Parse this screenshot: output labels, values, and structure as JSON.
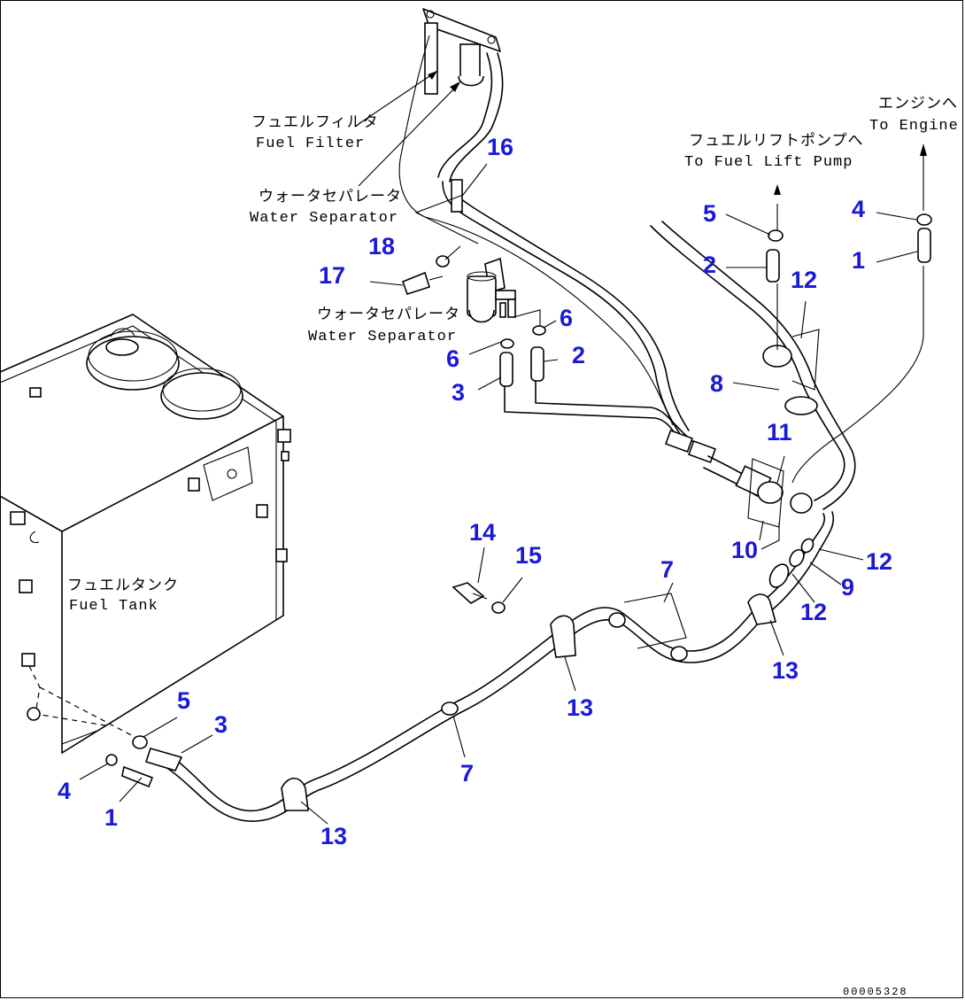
{
  "labels": {
    "fuel_filter_jp": "フュエルフィルタ",
    "fuel_filter_en": "Fuel Filter",
    "water_sep_top_jp": "ウォータセパレータ",
    "water_sep_top_en": "Water Separator",
    "water_sep_mid_jp": "ウォータセパレータ",
    "water_sep_mid_en": "Water Separator",
    "lift_pump_jp": "フュエルリフトポンプへ",
    "lift_pump_en": "To Fuel Lift Pump",
    "engine_jp": "エンジンへ",
    "engine_en": "To Engine",
    "fuel_tank_jp": "フュエルタンク",
    "fuel_tank_en": "Fuel Tank"
  },
  "callouts": {
    "c16": "16",
    "c18": "18",
    "c17": "17",
    "c5_top": "5",
    "c2_top": "2",
    "c12_top": "12",
    "c4_top": "4",
    "c1_top": "1",
    "c6_a": "6",
    "c6_b": "6",
    "c2_mid": "2",
    "c3_mid": "3",
    "c8": "8",
    "c11": "11",
    "c10": "10",
    "c14": "14",
    "c15": "15",
    "c7_a": "7",
    "c12_r": "12",
    "c9": "9",
    "c12_b": "12",
    "c13_a": "13",
    "c13_b": "13",
    "c13_c": "13",
    "c5_bot": "5",
    "c3_bot": "3",
    "c4_bot": "4",
    "c1_bot": "1",
    "c7_b": "7"
  },
  "document_id": "00005328"
}
